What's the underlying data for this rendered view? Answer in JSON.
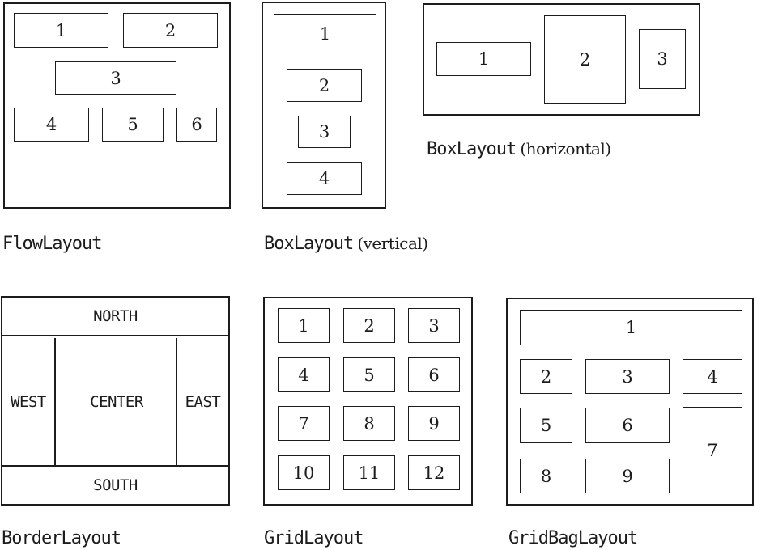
{
  "colors": {
    "line": "#1c1c1c",
    "background": "#ffffff"
  },
  "flow": {
    "label": "FlowLayout",
    "cells": [
      "1",
      "2",
      "3",
      "4",
      "5",
      "6"
    ]
  },
  "box_vertical": {
    "label": "BoxLayout",
    "qualifier": "(vertical)",
    "cells": [
      "1",
      "2",
      "3",
      "4"
    ]
  },
  "box_horizontal": {
    "label": "BoxLayout",
    "qualifier": "(horizontal)",
    "cells": [
      "1",
      "2",
      "3"
    ]
  },
  "border": {
    "label": "BorderLayout",
    "regions": {
      "north": "NORTH",
      "west": "WEST",
      "center": "CENTER",
      "east": "EAST",
      "south": "SOUTH"
    }
  },
  "grid": {
    "label": "GridLayout",
    "cells": [
      "1",
      "2",
      "3",
      "4",
      "5",
      "6",
      "7",
      "8",
      "9",
      "10",
      "11",
      "12"
    ]
  },
  "gridbag": {
    "label": "GridBagLayout",
    "cells": [
      "1",
      "2",
      "3",
      "4",
      "5",
      "6",
      "7",
      "8",
      "9"
    ]
  }
}
